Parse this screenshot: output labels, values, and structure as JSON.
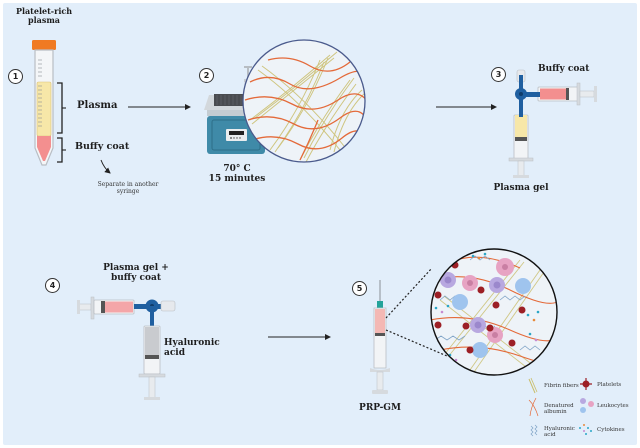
{
  "figure": {
    "background_color": "#e2eefa",
    "colors": {
      "plasma": "#f7e7a8",
      "buffy_coat": "#f38f8f",
      "valve": "#1f5fa0",
      "heater": "#3f8aa8",
      "tube_cap": "#f07a22",
      "fibrin": "#c9bd6a",
      "albumin": "#e46a3a",
      "platelet": "#9c1f25",
      "leukocyte_pink": "#e7a3c3",
      "leukocyte_purple": "#b8a8e0",
      "leukocyte_blue": "#9fc4ee",
      "hyaluronic": "#7fa3c6",
      "needle_hub": "#23a39a"
    }
  },
  "steps": [
    {
      "number": "1",
      "title": "Platelet-rich plasma",
      "title_line1": "Platelet-rich",
      "title_line2": "plasma",
      "layer_top": "Plasma",
      "layer_bottom": "Buffy coat",
      "note_line1": "Separate in another",
      "note_line2": "syringe"
    },
    {
      "number": "2",
      "condition_line1": "70° C",
      "condition_line2": "15 minutes"
    },
    {
      "number": "3",
      "label_top": "Buffy coat",
      "label_bottom": "Plasma gel"
    },
    {
      "number": "4",
      "label_top_line1": "Plasma gel +",
      "label_top_line2": "buffy coat",
      "label_side_line1": "Hyaluronic",
      "label_side_line2": "acid"
    },
    {
      "number": "5",
      "label": "PRP-GM"
    }
  ],
  "legend": [
    {
      "icon": "fibrin-fibers-icon",
      "label_line1": "Fibrin fibers",
      "label_line2": ""
    },
    {
      "icon": "platelet-icon",
      "label_line1": "Platelets",
      "label_line2": ""
    },
    {
      "icon": "denatured-albumin-icon",
      "label_line1": "Denatured",
      "label_line2": "albumin"
    },
    {
      "icon": "leukocyte-icon",
      "label_line1": "Leukocytes",
      "label_line2": ""
    },
    {
      "icon": "hyaluronic-acid-icon",
      "label_line1": "Hyaluronic",
      "label_line2": "acid"
    },
    {
      "icon": "cytokine-icon",
      "label_line1": "Cytokines",
      "label_line2": ""
    }
  ]
}
